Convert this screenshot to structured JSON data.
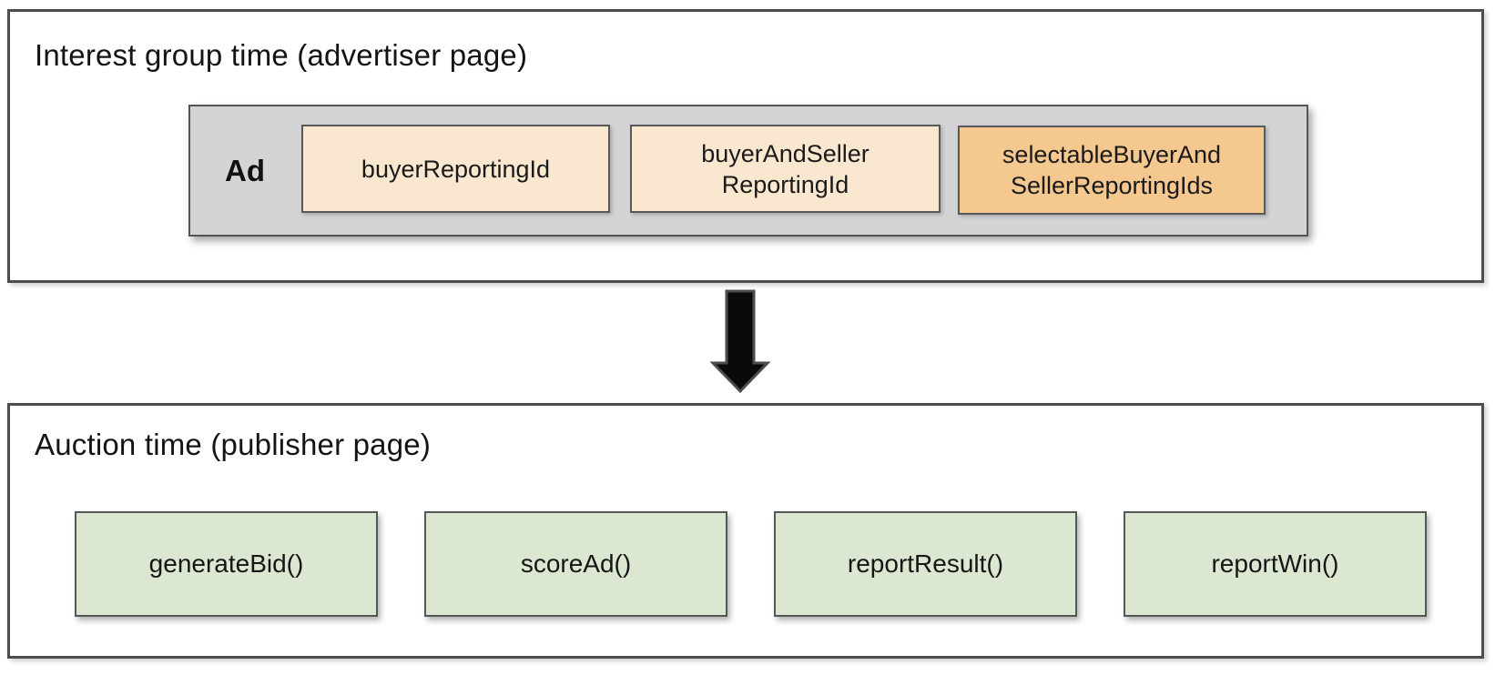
{
  "diagram": {
    "top_section": {
      "title": "Interest group time (advertiser page)",
      "ad_group": {
        "label": "Ad",
        "items": [
          {
            "lines": [
              "buyerReportingId",
              ""
            ]
          },
          {
            "lines": [
              "buyerAndSeller",
              "ReportingId"
            ]
          },
          {
            "lines": [
              "selectableBuyerAnd",
              "SellerReportingIds"
            ]
          }
        ]
      }
    },
    "arrow": {
      "direction": "down"
    },
    "bottom_section": {
      "title": "Auction time (publisher page)",
      "functions": [
        "generateBid()",
        "scoreAd()",
        "reportResult()",
        "reportWin()"
      ]
    },
    "colors": {
      "peach_box": "#fae7d0",
      "orange_box": "#f4c88f",
      "green_box": "#dbe7d1",
      "ad_container_gray": "#d4d4d6",
      "box_border": "#58585a",
      "section_border": "#4d4d4f",
      "arrow_fill": "#0a0a0a",
      "text": "#161616"
    }
  }
}
